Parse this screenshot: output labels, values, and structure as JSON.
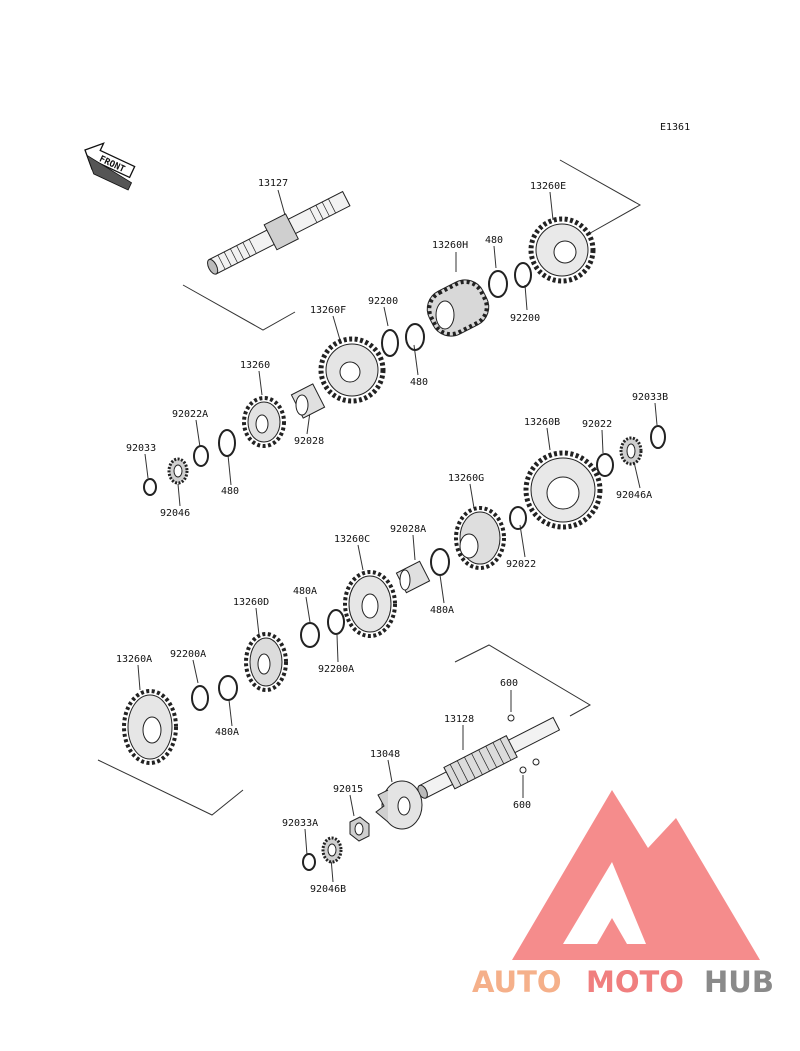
{
  "diagram": {
    "code": "E1361",
    "front_label": "FRONT",
    "parts": [
      {
        "id": "p13127",
        "label": "13127",
        "kind": "shaft"
      },
      {
        "id": "p13260E",
        "label": "13260E",
        "kind": "gear"
      },
      {
        "id": "p13260H",
        "label": "13260H",
        "kind": "gear"
      },
      {
        "id": "p480_a",
        "label": "480",
        "kind": "circlip"
      },
      {
        "id": "p92200_a",
        "label": "92200",
        "kind": "washer"
      },
      {
        "id": "p92200_b",
        "label": "92200",
        "kind": "washer"
      },
      {
        "id": "p480_b",
        "label": "480",
        "kind": "circlip"
      },
      {
        "id": "p13260F",
        "label": "13260F",
        "kind": "gear"
      },
      {
        "id": "p13260",
        "label": "13260",
        "kind": "gear"
      },
      {
        "id": "p92028",
        "label": "92028",
        "kind": "bushing"
      },
      {
        "id": "p92022A",
        "label": "92022A",
        "kind": "washer"
      },
      {
        "id": "p92033",
        "label": "92033",
        "kind": "circlip"
      },
      {
        "id": "p480_c",
        "label": "480",
        "kind": "circlip"
      },
      {
        "id": "p92046",
        "label": "92046",
        "kind": "bearing"
      },
      {
        "id": "p13260B",
        "label": "13260B",
        "kind": "gear"
      },
      {
        "id": "p92022_a",
        "label": "92022",
        "kind": "washer"
      },
      {
        "id": "p92033B",
        "label": "92033B",
        "kind": "circlip"
      },
      {
        "id": "p92046A",
        "label": "92046A",
        "kind": "bearing"
      },
      {
        "id": "p13260G",
        "label": "13260G",
        "kind": "gear"
      },
      {
        "id": "p92022_b",
        "label": "92022",
        "kind": "washer"
      },
      {
        "id": "p13260C",
        "label": "13260C",
        "kind": "gear"
      },
      {
        "id": "p92028A",
        "label": "92028A",
        "kind": "bushing"
      },
      {
        "id": "p480A_a",
        "label": "480A",
        "kind": "circlip"
      },
      {
        "id": "p480A_b",
        "label": "480A",
        "kind": "circlip"
      },
      {
        "id": "p13260D",
        "label": "13260D",
        "kind": "gear"
      },
      {
        "id": "p92200A_a",
        "label": "92200A",
        "kind": "washer"
      },
      {
        "id": "p13260A",
        "label": "13260A",
        "kind": "gear"
      },
      {
        "id": "p92200A_b",
        "label": "92200A",
        "kind": "washer"
      },
      {
        "id": "p480A_c",
        "label": "480A",
        "kind": "circlip"
      },
      {
        "id": "p600_a",
        "label": "600",
        "kind": "ball"
      },
      {
        "id": "p13128",
        "label": "13128",
        "kind": "shaft"
      },
      {
        "id": "p13048",
        "label": "13048",
        "kind": "cam"
      },
      {
        "id": "p600_b",
        "label": "600",
        "kind": "ball"
      },
      {
        "id": "p92015",
        "label": "92015",
        "kind": "nut"
      },
      {
        "id": "p92033A",
        "label": "92033A",
        "kind": "circlip"
      },
      {
        "id": "p92046B",
        "label": "92046B",
        "kind": "bearing"
      }
    ]
  },
  "watermark": {
    "word_1": "AUTO",
    "word_2": "MOTO",
    "word_3": "HUB",
    "color_1": "#F5B08A",
    "color_2": "#F07F7F",
    "color_3": "#8A8A8A",
    "logo_color": "#F26B6B"
  }
}
